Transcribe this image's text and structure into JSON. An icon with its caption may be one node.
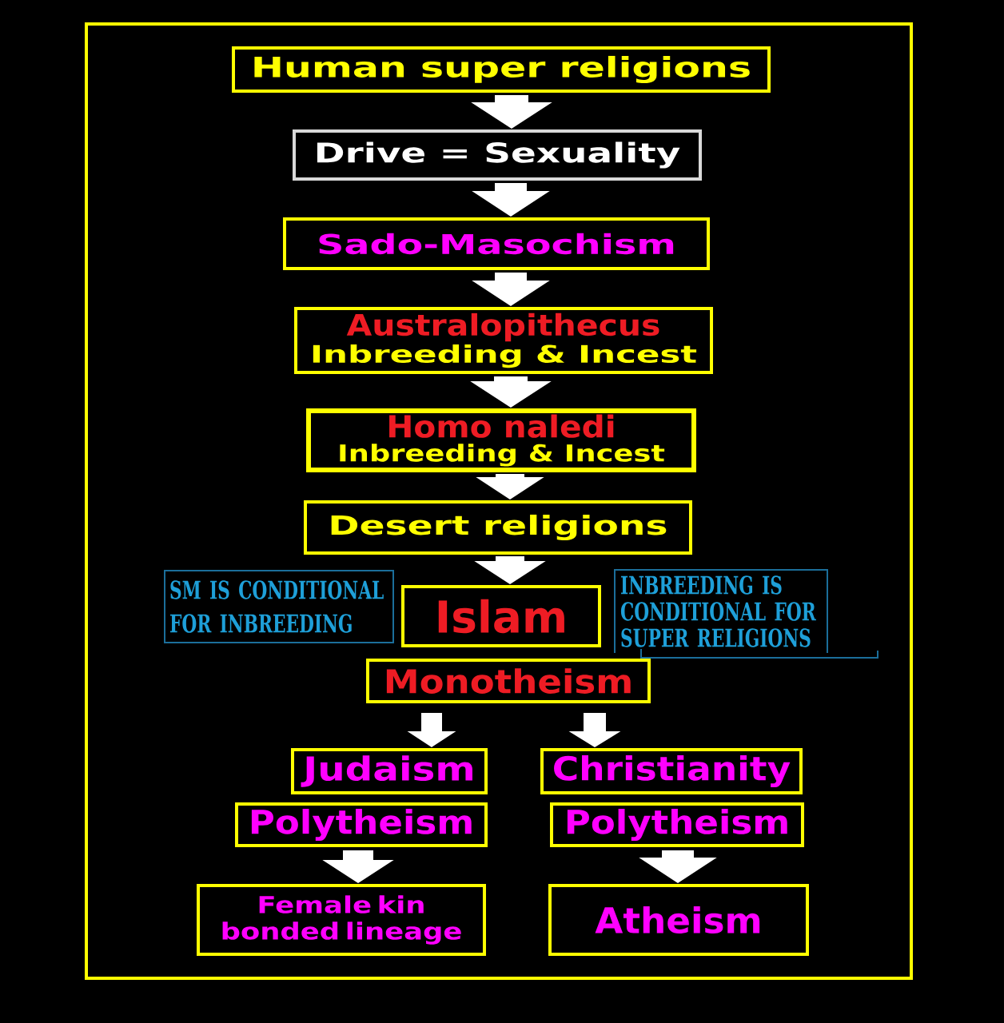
{
  "diagram": {
    "nodes": [
      {
        "text": [
          "Human super religions"
        ]
      },
      {
        "text": [
          "Drive = Sexuality"
        ]
      },
      {
        "text": [
          "Sado-Masochism"
        ]
      },
      {
        "text": [
          "Australopithecus",
          "Inbreeding & Incest"
        ]
      },
      {
        "text": [
          "Homo naledi",
          "Inbreeding & Incest"
        ]
      },
      {
        "text": [
          "Desert religions"
        ]
      },
      {
        "text": [
          "SM IS CONDITIONAL FOR INBREEDING"
        ]
      },
      {
        "text": [
          "Islam"
        ]
      },
      {
        "text": [
          "INBREEDING IS CONDITIONAL FOR SUPER RELIGIONS"
        ]
      },
      {
        "text": [
          "Monotheism"
        ]
      },
      {
        "text": [
          "Judaism"
        ]
      },
      {
        "text": [
          "Christianity"
        ]
      },
      {
        "text": [
          "Polytheism"
        ]
      },
      {
        "text": [
          "Polytheism"
        ]
      },
      {
        "text": [
          "Female kin bonded lineage"
        ]
      },
      {
        "text": [
          "Atheism"
        ]
      }
    ],
    "edges": [
      {
        "from": 0,
        "to": 1,
        "arrow": "to"
      },
      {
        "from": 1,
        "to": 2,
        "arrow": "to"
      },
      {
        "from": 2,
        "to": 3,
        "arrow": "to"
      },
      {
        "from": 3,
        "to": 4,
        "arrow": "to"
      },
      {
        "from": 4,
        "to": 5,
        "arrow": "to"
      },
      {
        "from": 5,
        "to": 7,
        "arrow": "to"
      },
      {
        "from": 9,
        "to": 10,
        "arrow": "to"
      },
      {
        "from": 9,
        "to": 11,
        "arrow": "to"
      },
      {
        "from": 12,
        "to": 14,
        "arrow": "to"
      },
      {
        "from": 13,
        "to": 15,
        "arrow": "to"
      }
    ]
  }
}
